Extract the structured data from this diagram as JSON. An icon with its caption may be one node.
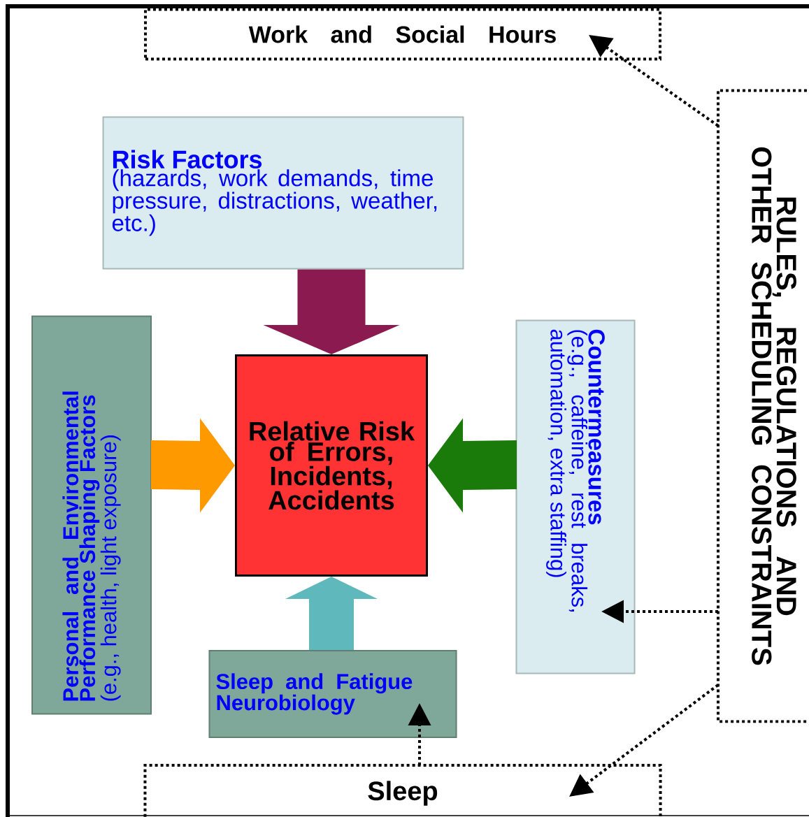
{
  "diagram": {
    "nodes": [
      {
        "text": [
          "Work and Social Hours"
        ]
      },
      {
        "text": [
          "Risk Factors",
          "(hazards, work demands, time pressure, distractions, weather, etc.)"
        ]
      },
      {
        "text": [
          "Personal and Environmental Performance Shaping Factors",
          "(e.g., health, light exposure)"
        ]
      },
      {
        "text": [
          "Relative Risk of Errors, Incidents, Accidents"
        ]
      },
      {
        "text": [
          "Countermeasures",
          "(e.g., caffeine, rest breaks, automation, extra staffing)"
        ]
      },
      {
        "text": [
          "RULES, REGULATIONS AND OTHER SCHEDULING CONSTRAINTS"
        ]
      },
      {
        "text": [
          "Sleep and Fatigue Neurobiology"
        ]
      },
      {
        "text": [
          "Sleep"
        ]
      }
    ],
    "edges": [
      {
        "from": 1,
        "to": 3,
        "arrow": "to",
        "style": "thick",
        "color": "#8a1a50"
      },
      {
        "from": 2,
        "to": 3,
        "arrow": "to",
        "style": "thick",
        "color": "#ff9900"
      },
      {
        "from": 4,
        "to": 3,
        "arrow": "to",
        "style": "thick",
        "color": "#1a7a0a"
      },
      {
        "from": 6,
        "to": 3,
        "arrow": "to",
        "style": "thick",
        "color": "#5fb8bc"
      },
      {
        "from": 5,
        "to": 0,
        "arrow": "to",
        "style": "dashed"
      },
      {
        "from": 5,
        "to": 4,
        "arrow": "to",
        "style": "dashed"
      },
      {
        "from": 5,
        "to": 7,
        "arrow": "to",
        "style": "dashed"
      },
      {
        "from": 7,
        "to": 6,
        "arrow": "to",
        "style": "dashed"
      }
    ]
  }
}
